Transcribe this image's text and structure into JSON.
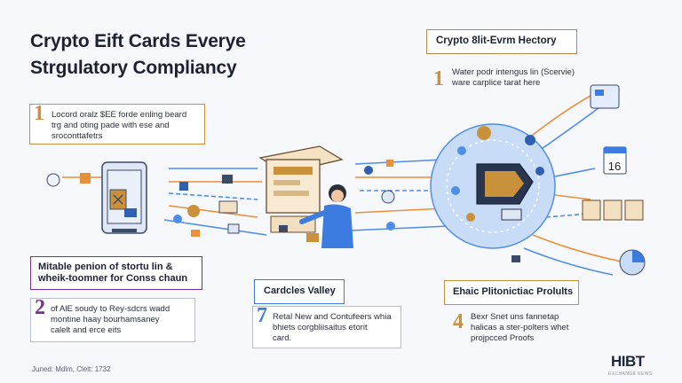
{
  "title": {
    "line1": "Crypto Eift Cards Everye",
    "line2": "Strgulatory Compliancy"
  },
  "box_history": {
    "header": "Crypto 8lit-Evrm Hectory",
    "number": "1",
    "line1": "Water podr intengus lin (Scervie)",
    "line2": "ware carplice tarat here"
  },
  "box_step1": {
    "number": "1",
    "line1": "Locord oralz $EE forde enling beard",
    "line2": "trg and oting pade with ese and",
    "line3": "sroconttafetrs"
  },
  "box_step2": {
    "header_line1": "Mitable penion of stortu lin &",
    "header_line2": "wheik-toomner for Conss chaun",
    "number": "2",
    "line1": "of AlE soudy to Rey-sdcrs wadd",
    "line2": "montine haay bourhamsaney",
    "line3": "calelt and erce eits"
  },
  "box_cards": {
    "header": "Cardcles Valley",
    "number": "7",
    "line1": "Retal New and Contufeers whia",
    "line2": "bhiets corgbliisaitus etorit",
    "line3": "card."
  },
  "box_proofs": {
    "header": "Ehaic Plitonictiac Prolults",
    "number": "4",
    "line1": "Bexr Snet uns fannetap",
    "line2": "halicas a ster-polters whet",
    "line3": "projpcced Proofs"
  },
  "calendar_day": "16",
  "footer": "Juned: Mdlm, Clelt: 1732",
  "logo": "HIBT",
  "logo_sub": "EXCHANGE NEWS",
  "colors": {
    "accent_gold": "#c9923a",
    "accent_blue": "#3c7be0",
    "accent_purple": "#7a2f93",
    "circle_fill": "#c9dcf7",
    "line_orange": "#e8903a",
    "line_blue": "#4f8ee8"
  }
}
